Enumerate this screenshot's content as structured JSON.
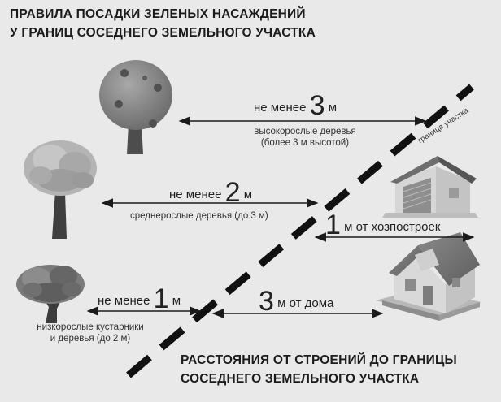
{
  "header": {
    "title_line1": "ПРАВИЛА ПОСАДКИ ЗЕЛЕНЫХ НАСАЖДЕНИЙ",
    "title_line2": "У ГРАНИЦ СОСЕДНЕГО ЗЕМЕЛЬНОГО УЧАСТКА"
  },
  "boundary_label": "граница участка",
  "tall_trees": {
    "prefix": "не менее",
    "number": "3",
    "unit": "м",
    "caption_line1": "высокорослые деревья",
    "caption_line2": "(более 3 м высотой)"
  },
  "medium_trees": {
    "prefix": "не менее",
    "number": "2",
    "unit": "м",
    "caption": "среднерослые деревья (до 3 м)"
  },
  "outbuildings": {
    "number": "1",
    "text": "м от хозпостроек"
  },
  "shrubs": {
    "prefix": "не менее",
    "number": "1",
    "unit": "м",
    "caption_line1": "низкорослые кустарники",
    "caption_line2": "и деревья (до 2 м)"
  },
  "house": {
    "number": "3",
    "text": "м от дома"
  },
  "footer": {
    "title_line1": "РАССТОЯНИЯ ОТ СТРОЕНИЙ ДО ГРАНИЦЫ",
    "title_line2": "СОСЕДНЕГО ЗЕМЕЛЬНОГО УЧАСТКА"
  },
  "colors": {
    "background": "#e9e9e9",
    "ink": "#1a1a1a",
    "boundary_dash": "#111111"
  },
  "icons": [
    "tall-tree-icon",
    "medium-tree-icon",
    "shrub-icon",
    "garage-icon",
    "house-icon"
  ]
}
